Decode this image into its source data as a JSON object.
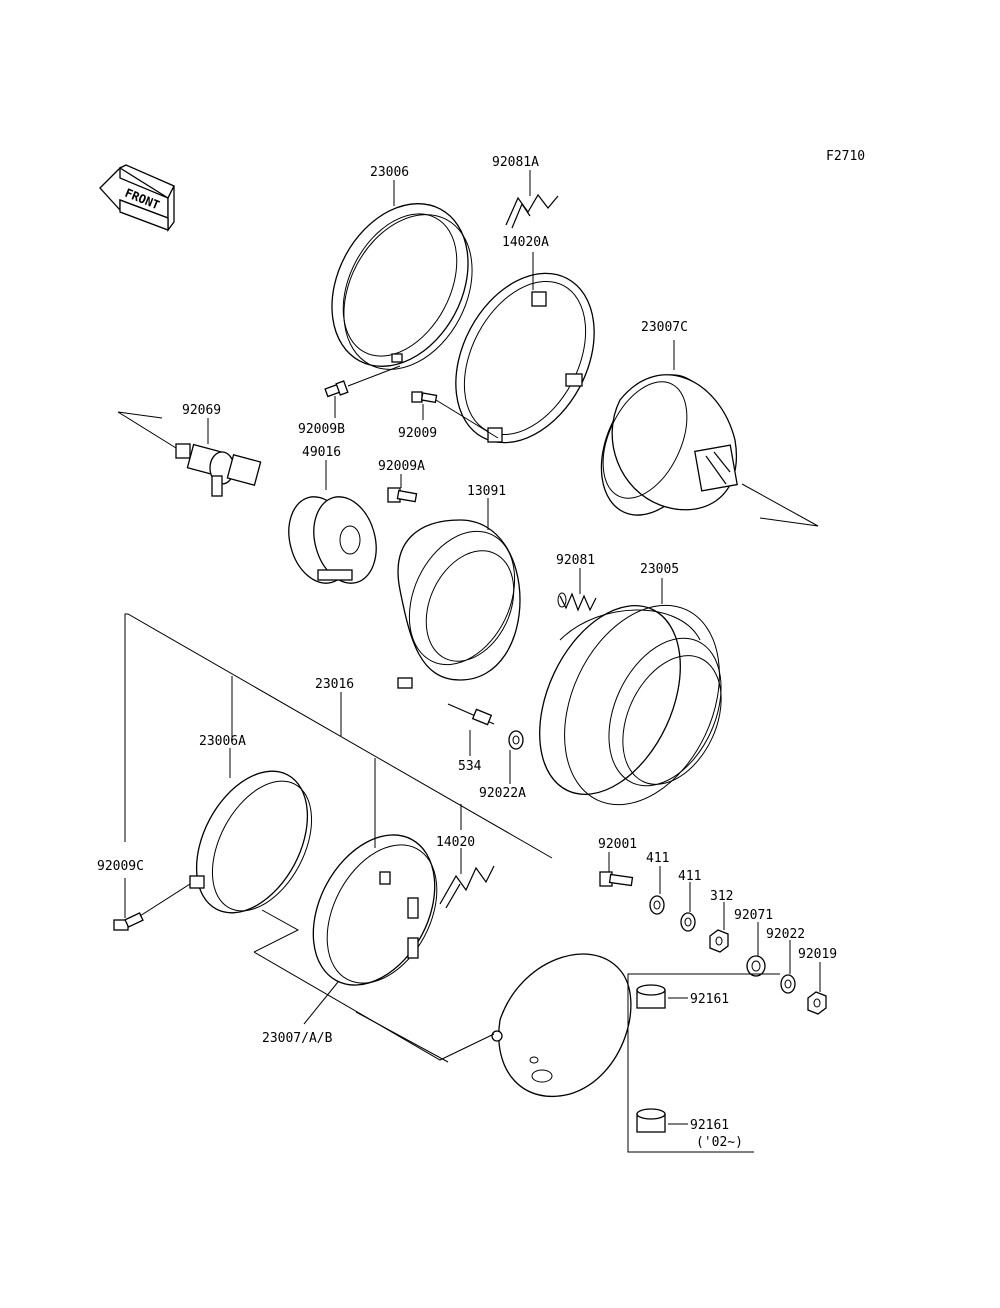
{
  "figure_id": "F2710",
  "front_arrow_label": "FRONT",
  "labels": {
    "p23006": "23006",
    "p92081A": "92081A",
    "p14020A": "14020A",
    "p23007C": "23007C",
    "p92069": "92069",
    "p92009B": "92009B",
    "p92009": "92009",
    "p49016": "49016",
    "p92009A": "92009A",
    "p13091": "13091",
    "p92081": "92081",
    "p23005": "23005",
    "p23016": "23016",
    "p23006A": "23006A",
    "p534": "534",
    "p92022A": "92022A",
    "p14020": "14020",
    "p92001": "92001",
    "p411a": "411",
    "p411b": "411",
    "p312": "312",
    "p92071": "92071",
    "p92022": "92022",
    "p92019": "92019",
    "p92009C": "92009C",
    "p92161a": "92161",
    "p92161b": "92161",
    "p92161b_note": "('02~)",
    "p23007AB": "23007/A/B"
  }
}
